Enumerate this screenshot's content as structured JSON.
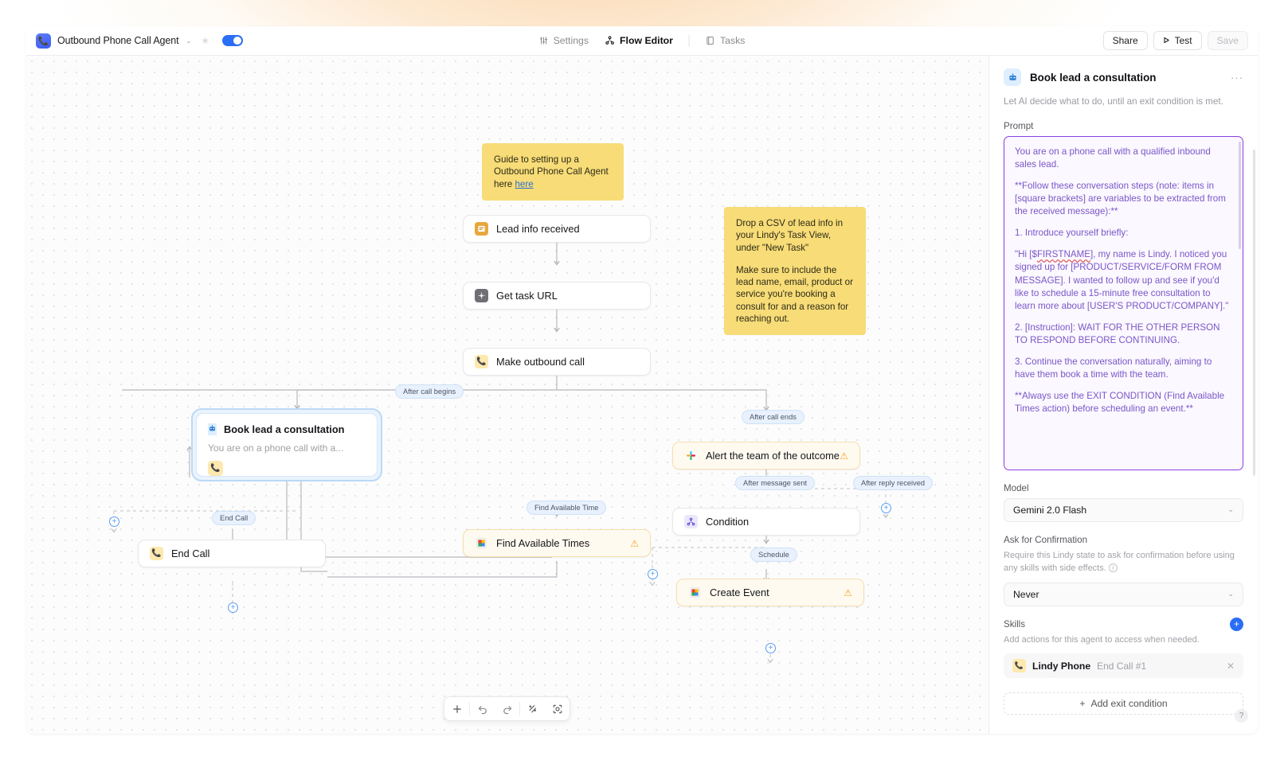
{
  "header": {
    "agent_name": "Outbound Phone Call Agent",
    "agent_icon": "phone-icon",
    "caret": "⌄",
    "star_icon": "★",
    "nav": [
      {
        "label": "Settings",
        "icon": "sliders-icon",
        "active": false
      },
      {
        "label": "Flow Editor",
        "icon": "flow-icon",
        "active": true
      },
      {
        "label": "Tasks",
        "icon": "tasks-icon",
        "active": false
      }
    ],
    "buttons": {
      "share": "Share",
      "test": "Test",
      "save": "Save"
    }
  },
  "canvas": {
    "sticky_notes": [
      {
        "line1": "Guide to setting up a",
        "line2": "Outbound Phone Call Agent",
        "line3_prefix": "here ",
        "link": "here"
      },
      {
        "p1": "Drop a CSV of lead info in your Lindy's Task View, under \"New Task\"",
        "p2": "Make sure to include the lead name, email, product or service you're booking a consult for and a reason for reaching out."
      }
    ],
    "nodes": [
      {
        "label": "Lead info received",
        "icon": "lead-form-icon",
        "warning": false
      },
      {
        "label": "Get task URL",
        "icon": "lindy-icon",
        "warning": false
      },
      {
        "label": "Make outbound call",
        "icon": "phone-icon",
        "warning": false
      },
      {
        "label": "Alert the team of the outcome",
        "icon": "slack-icon",
        "warning": true
      },
      {
        "label": "Condition",
        "icon": "condition-icon",
        "warning": false
      },
      {
        "label": "Find Available Times",
        "icon": "google-calendar-icon",
        "warning": true
      },
      {
        "label": "Create Event",
        "icon": "google-calendar-icon",
        "warning": true
      },
      {
        "label": "End Call",
        "icon": "phone-icon",
        "warning": false
      }
    ],
    "selected_card": {
      "title": "Book lead a consultation",
      "subtitle": "You are on a phone call with a...",
      "chip_icon": "phone-icon"
    },
    "edge_labels": [
      "After call begins",
      "After call ends",
      "After message sent",
      "After reply received",
      "Find Available Time",
      "Schedule",
      "End Call"
    ],
    "toolbar": [
      {
        "icon": "plus-icon",
        "name": "add-node-button"
      },
      {
        "icon": "undo-icon",
        "name": "undo-button"
      },
      {
        "icon": "redo-icon",
        "name": "redo-button"
      },
      {
        "icon": "magic-icon",
        "name": "auto-layout-button"
      },
      {
        "icon": "fit-view-icon",
        "name": "fit-view-button"
      }
    ]
  },
  "panel": {
    "title": "Book lead a consultation",
    "icon": "robot-icon",
    "menu_dots": "···",
    "description": "Let AI decide what to do, until an exit condition is met.",
    "prompt_label": "Prompt",
    "prompt": {
      "p1": "You are on a phone call with a qualified inbound sales lead.",
      "p2": "**Follow these conversation steps (note: items in [square brackets] are variables to be extracted from the received message):**",
      "p3": "1. Introduce yourself briefly:",
      "p4_a": "\"Hi [$",
      "p4_spell": "FIRSTNAME",
      "p4_b": "], my name is Lindy. I noticed you signed up for [PRODUCT/SERVICE/FORM FROM MESSAGE]. I wanted to follow up and see if you'd like to schedule a 15-minute free consultation to learn more about [USER'S PRODUCT/COMPANY].\"",
      "p5": "2. [Instruction]: WAIT FOR THE OTHER PERSON TO RESPOND BEFORE CONTINUING.",
      "p6": "3. Continue the conversation naturally, aiming to have them book a time with the team.",
      "p7": "**Always use the EXIT CONDITION (Find Available Times action) before scheduling an event.**"
    },
    "model_label": "Model",
    "model_value": "Gemini 2.0 Flash",
    "confirmation_label": "Ask for Confirmation",
    "confirmation_desc": "Require this Lindy state to ask for confirmation before using any skills with side effects.",
    "confirmation_value": "Never",
    "skills_label": "Skills",
    "skills_desc": "Add actions for this agent to access when needed.",
    "skills": [
      {
        "name": "Lindy Phone",
        "detail": "End Call #1",
        "icon": "phone-icon",
        "remove": "✕"
      }
    ],
    "add_skill": "+",
    "exit_condition_label": "Add exit condition",
    "help": "?"
  },
  "colors": {
    "accent_blue": "#2b6ef6",
    "prompt_purple": "#8b3fe0",
    "warning_amber": "#f5a623",
    "sticky_yellow": "#f7dc77"
  }
}
